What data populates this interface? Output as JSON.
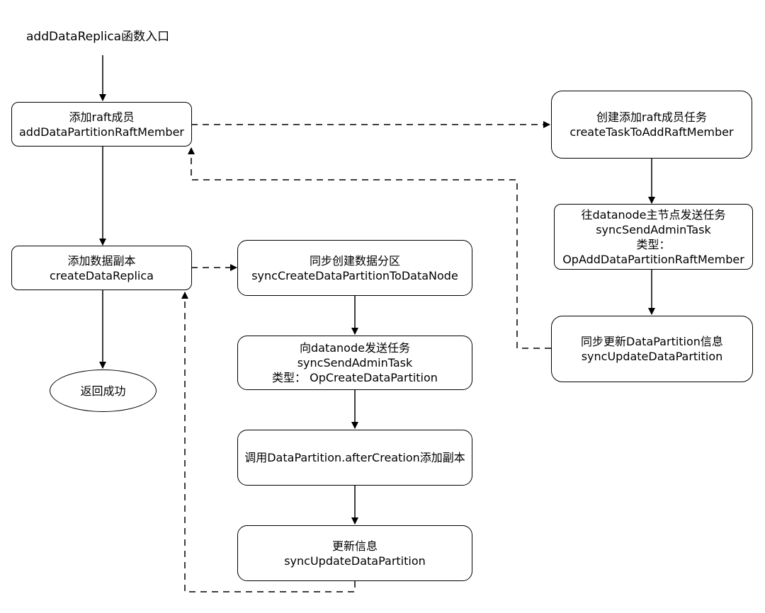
{
  "entry": {
    "label": "addDataReplica函数入口"
  },
  "nodes": {
    "add_raft_member": {
      "line1": "添加raft成员",
      "line2": "addDataPartitionRaftMember"
    },
    "create_task": {
      "line1": "创建添加raft成员任务",
      "line2": "createTaskToAddRaftMember"
    },
    "send_to_leader": {
      "line1": "往datanode主节点发送任务",
      "line2": "syncSendAdminTask",
      "line3": "类型：",
      "line4": "OpAddDataPartitionRaftMember"
    },
    "sync_update_right": {
      "line1": "同步更新DataPartition信息",
      "line2": "syncUpdateDataPartition"
    },
    "add_replica": {
      "line1": "添加数据副本",
      "line2": "createDataReplica"
    },
    "sync_create": {
      "line1": "同步创建数据分区",
      "line2": "syncCreateDataPartitionToDataNode"
    },
    "send_to_datanode": {
      "line1": "向datanode发送任务",
      "line2": "syncSendAdminTask",
      "line3": "类型：  OpCreateDataPartition"
    },
    "after_creation": {
      "line1": "调用DataPartition.afterCreation添加副本"
    },
    "update_info": {
      "line1": "更新信息",
      "line2": "syncUpdateDataPartition"
    },
    "return_success": {
      "line1": "返回成功"
    }
  }
}
